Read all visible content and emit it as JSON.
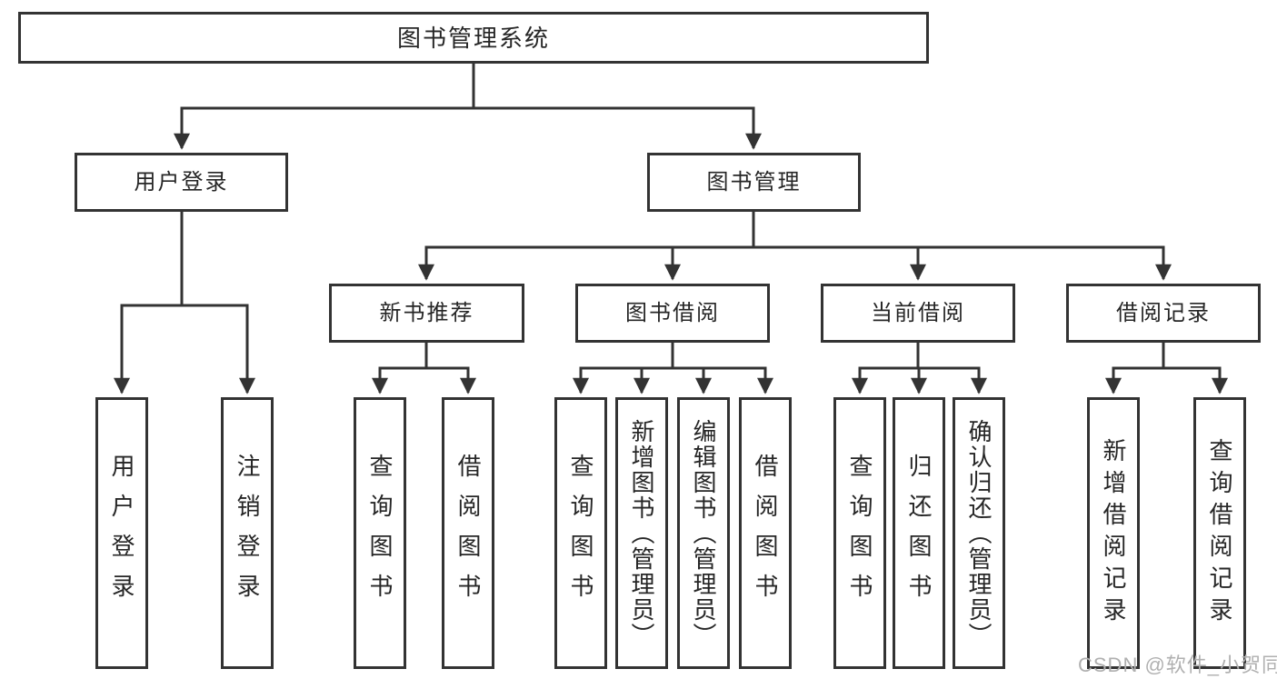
{
  "diagram": {
    "root": {
      "label": "图书管理系统"
    },
    "level2": {
      "user_login": "用户登录",
      "book_mgmt": "图书管理"
    },
    "level3": {
      "new_books": "新书推荐",
      "book_borrow": "图书借阅",
      "current_borrow": "当前借阅",
      "borrow_records": "借阅记录"
    },
    "leaves": {
      "login": "用户登录",
      "logout": "注销登录",
      "nb_query": "查询图书",
      "nb_borrow": "借阅图书",
      "bb_query": "查询图书",
      "bb_add": "新增图书（管理员）",
      "bb_edit": "编辑图书（管理员）",
      "bb_borrow": "借阅图书",
      "cb_query": "查询图书",
      "cb_return": "归还图书",
      "cb_confirm": "确认归还（管理员）",
      "br_add": "新增借阅记录",
      "br_query": "查询借阅记录"
    }
  },
  "watermark": "CSDN @软件_小贺同学",
  "colors": {
    "line": "#333333",
    "box_border": "#333333",
    "text": "#262626",
    "watermark": "#b0b0b0",
    "background": "#ffffff"
  }
}
